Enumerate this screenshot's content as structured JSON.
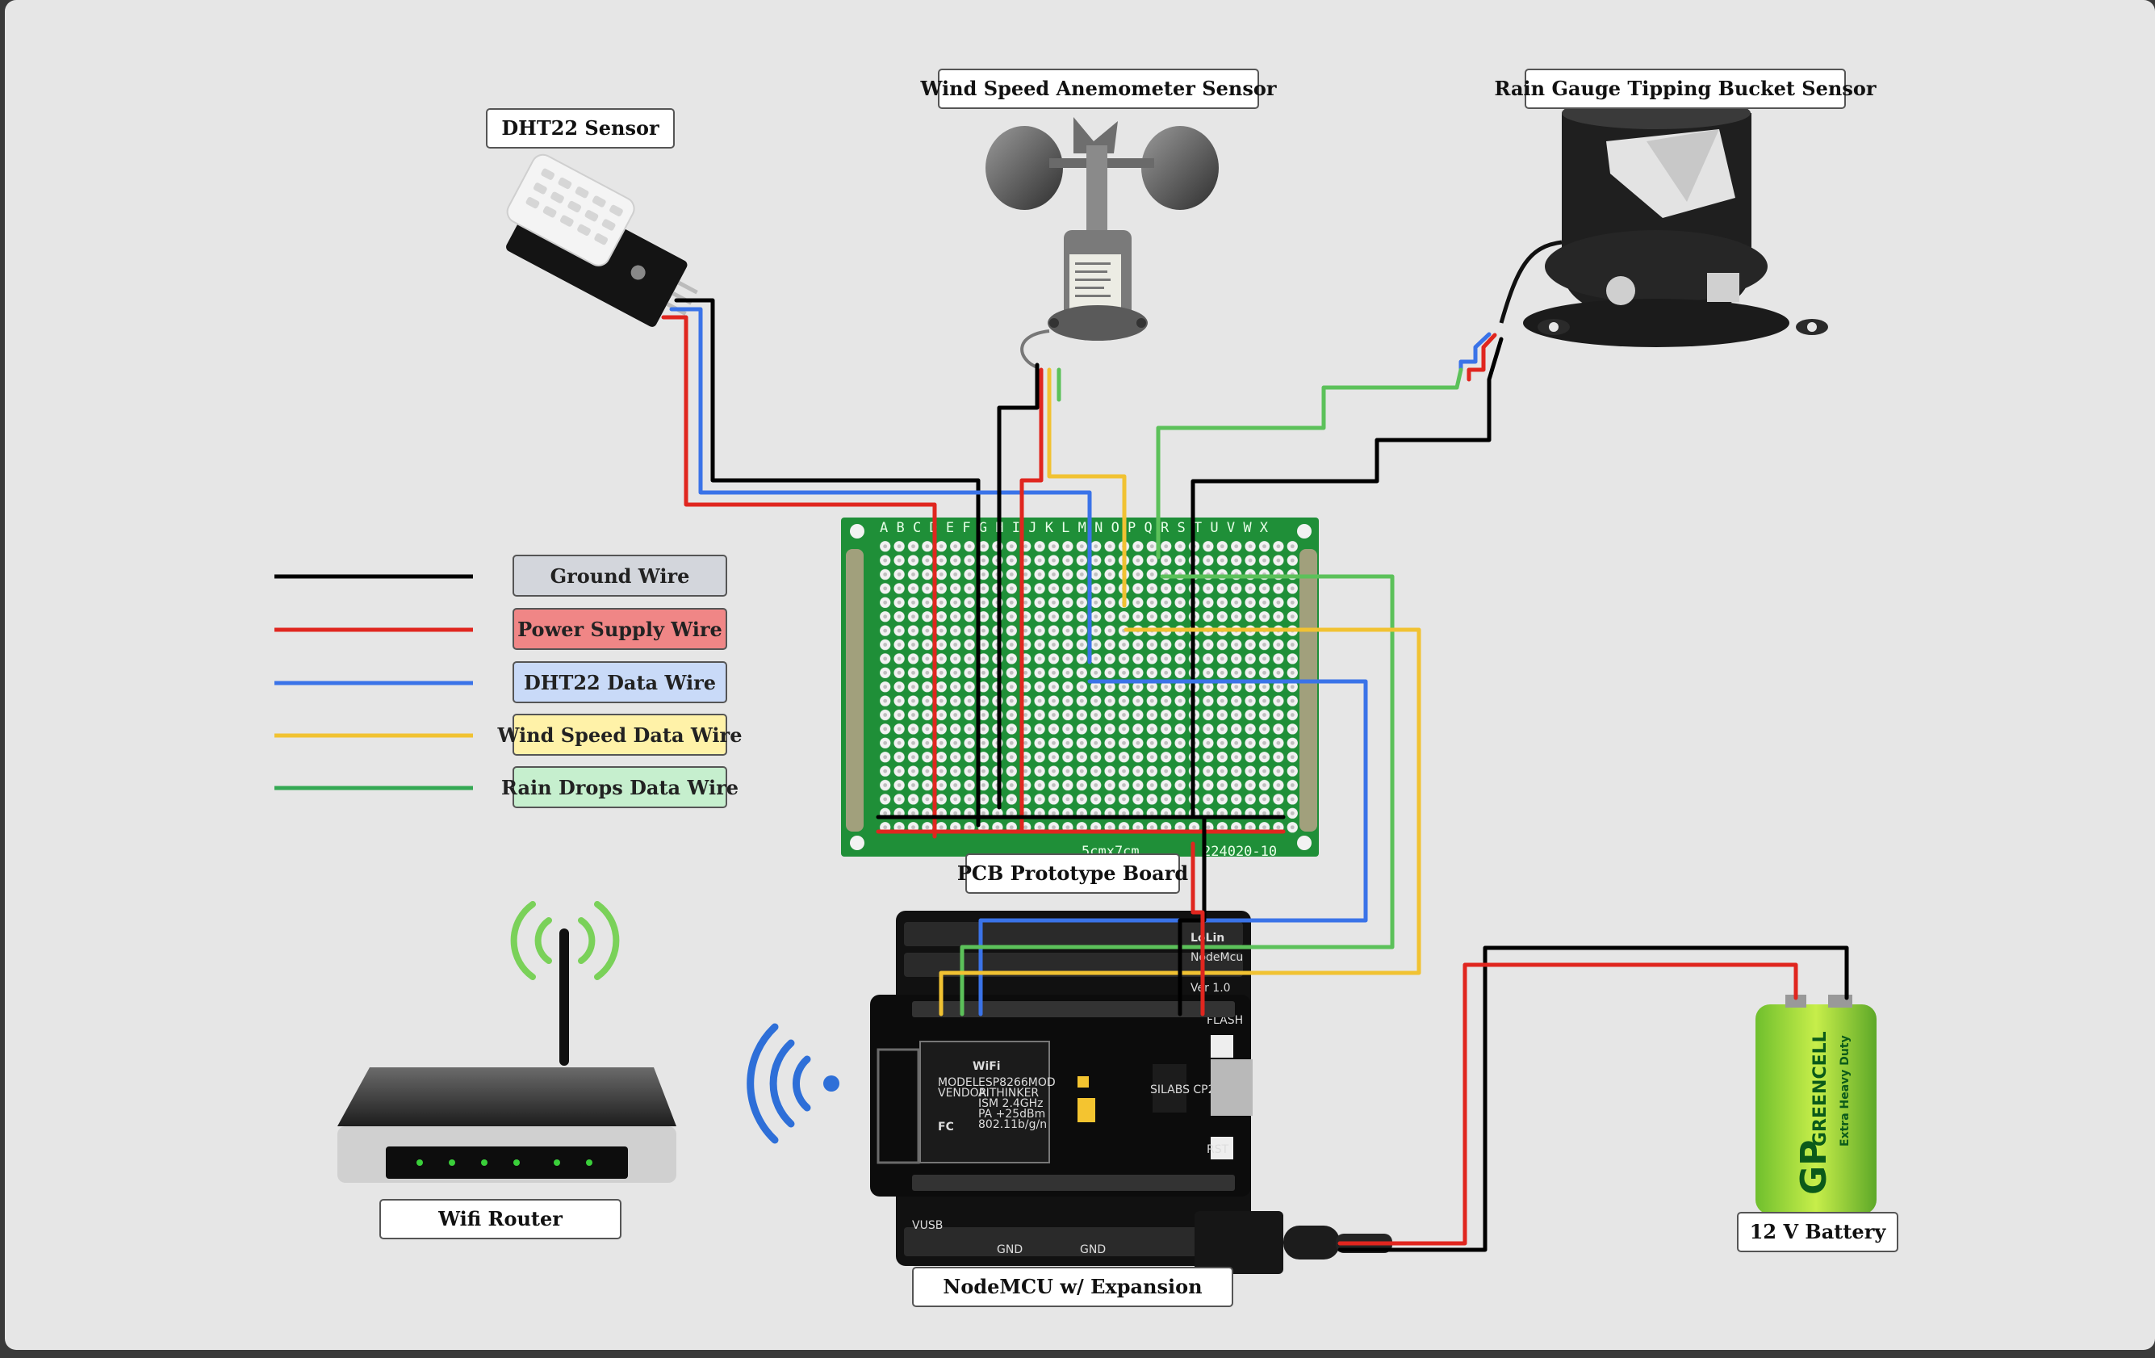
{
  "labels": {
    "dht22": "DHT22 Sensor",
    "anemometer": "Wind Speed Anemometer Sensor",
    "rain_gauge": "Rain Gauge Tipping Bucket Sensor",
    "pcb": "PCB Prototype Board",
    "router": "Wifi Router",
    "nodemcu": "NodeMCU w/ Expansion",
    "battery": "12 V Battery"
  },
  "legend": [
    {
      "label": "Ground Wire",
      "line_color": "#000000",
      "box_color": "#d3d6dc"
    },
    {
      "label": "Power Supply Wire",
      "line_color": "#e0261f",
      "box_color": "#f08686"
    },
    {
      "label": "DHT22 Data Wire",
      "line_color": "#3a73e8",
      "box_color": "#c9daf8"
    },
    {
      "label": "Wind Speed Data Wire",
      "line_color": "#f1c232",
      "box_color": "#fff2a8"
    },
    {
      "label": "Rain Drops Data Wire",
      "line_color": "#34a853",
      "box_color": "#c6efce"
    }
  ],
  "wire_colors": {
    "ground": "#000000",
    "power": "#e0261f",
    "dht22": "#3a73e8",
    "wind": "#f1c232",
    "rain": "#5cc15a"
  },
  "pcb_print": {
    "columns": "A B C D E F G H I J K L M N O P Q R S T U V W X",
    "size": "5cmx7cm",
    "code": "224020-10"
  },
  "nodemcu_print": {
    "brand": "LoLin",
    "model": "NodeMcu",
    "version": "Ver 1.0",
    "wifi": "WiFi",
    "fc": "FC",
    "chip": "SILABS CP2102",
    "module": "ESP8266MOD",
    "vendor": "AITHINKER",
    "ism": "ISM 2.4GHz",
    "pa": "PA +25dBm",
    "standard": "802.11b/g/n",
    "model_label": "MODEL",
    "vendor_label": "VENDOR",
    "reset": "RST",
    "flash": "FLASH",
    "gnd": "GND",
    "vusb": "VUSB"
  },
  "battery_print": {
    "brand": "GP",
    "name": "GREENCELL",
    "grade": "Extra Heavy Duty"
  }
}
